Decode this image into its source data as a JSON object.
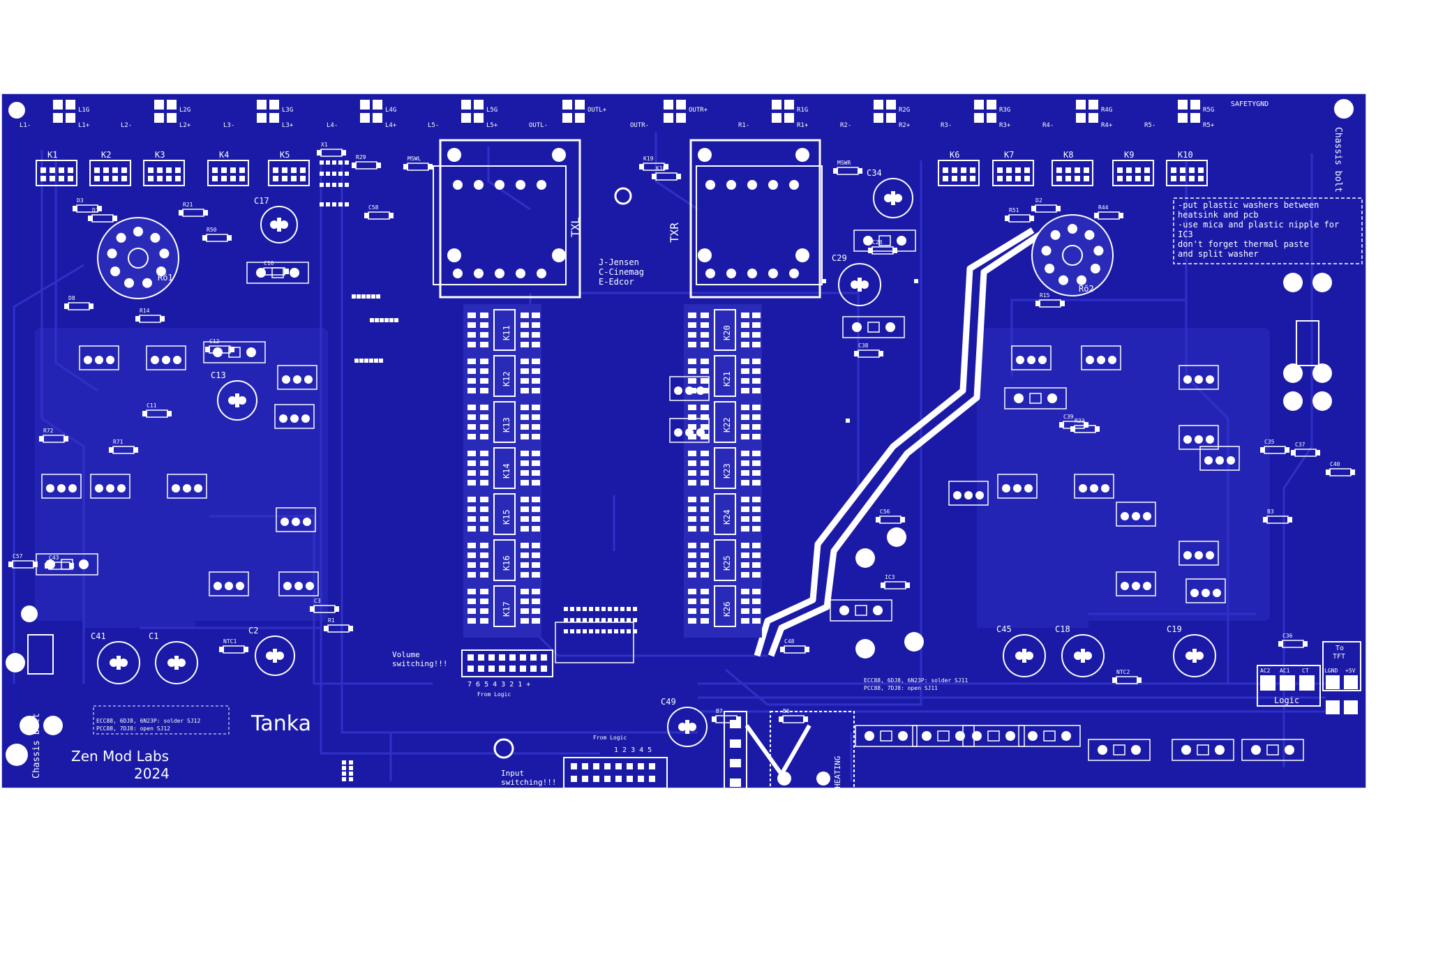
{
  "board": {
    "title": "Tanka",
    "maker": "Zen Mod Labs",
    "year": "2024",
    "chassis_bolt_left": "Chassis bolt",
    "chassis_bolt_right": "Chassis bolt",
    "colors": {
      "pcb": "#1a1aa6",
      "silk": "#ffffff",
      "trace": "#3030c8",
      "pad": "#e8e8ff"
    }
  },
  "notes": {
    "thermal": [
      "-put plastic washers between",
      "heatsink and pcb",
      "-use mica and plastic nipple for",
      "IC3",
      "don't forget thermal paste",
      "and split washer"
    ],
    "xfmr_legend": [
      "J-Jensen",
      "C-Cinemag",
      "E-Edcor"
    ],
    "jumper_left": [
      "ECC88, 6DJ8, 6N23P: solder SJ12",
      "PCC88, 7DJ8: open SJ12"
    ],
    "jumper_right": [
      "ECC88, 6DJ8, 6N23P: solder SJ11",
      "PCC88, 7DJ8: open SJ11"
    ],
    "volume_switching": [
      "Volume",
      "switching!!!"
    ],
    "input_switching": [
      "Input",
      "switching!!!"
    ],
    "from_logic_1": "From Logic",
    "from_logic_2": "From Logic",
    "vol_pins": "7 6 5 4 3 2 1 +",
    "inp_pins": "1 2 3 4 5",
    "to_tft": [
      "To",
      "TFT"
    ],
    "logic_label": "Logic",
    "logic_pins": [
      "AC2",
      "AC1",
      "CT",
      "LGND",
      "+5V"
    ],
    "heating": "HEATING",
    "safetygnd": "SAFETYGND"
  },
  "transformers": {
    "left": "TXL",
    "right": "TXR"
  },
  "tubes": {
    "left": "Rö1",
    "right": "Rö2"
  },
  "relays_top": [
    "K1",
    "K2",
    "K3",
    "K4",
    "K5",
    "K6",
    "K7",
    "K8",
    "K9",
    "K10"
  ],
  "relays_left_column": [
    "K11",
    "K12",
    "K13",
    "K14",
    "K15",
    "K16",
    "K17"
  ],
  "relays_right_column": [
    "K20",
    "K21",
    "K22",
    "K23",
    "K24",
    "K25",
    "K26"
  ],
  "inputs_top": [
    "L1-",
    "L1G",
    "L1+",
    "L2-",
    "L2G",
    "L2+",
    "L3-",
    "L3G",
    "L3+",
    "L4-",
    "L4G",
    "L4+",
    "L5-",
    "L5G",
    "L5+",
    "OUTL-",
    "OUTL+",
    "OUTR-",
    "OUTR+",
    "R1-",
    "R1G",
    "R1+",
    "R2-",
    "R2G",
    "R2+",
    "R3-",
    "R3G",
    "R3+",
    "R4-",
    "R4G",
    "R4+",
    "R5-",
    "R5G",
    "R5+"
  ],
  "caps_large": [
    "C17",
    "C13",
    "C41",
    "C1",
    "C2",
    "C34",
    "C29",
    "C45",
    "C18",
    "C19",
    "C49"
  ],
  "misc_labels": [
    "K19",
    "K18",
    "X1",
    "R29",
    "C58",
    "MSWL",
    "MSWR",
    "C16",
    "C12",
    "C11",
    "R71",
    "R72",
    "C57",
    "C43",
    "NTC1",
    "NTC2",
    "C48",
    "B6",
    "B7",
    "R1",
    "C3",
    "IC3",
    "C56",
    "C36",
    "C35",
    "C37",
    "C40",
    "B3",
    "C39",
    "C28",
    "C38",
    "R22",
    "R21",
    "R50",
    "R51",
    "D2",
    "D3",
    "D1",
    "D8",
    "R44",
    "R15",
    "R14"
  ]
}
